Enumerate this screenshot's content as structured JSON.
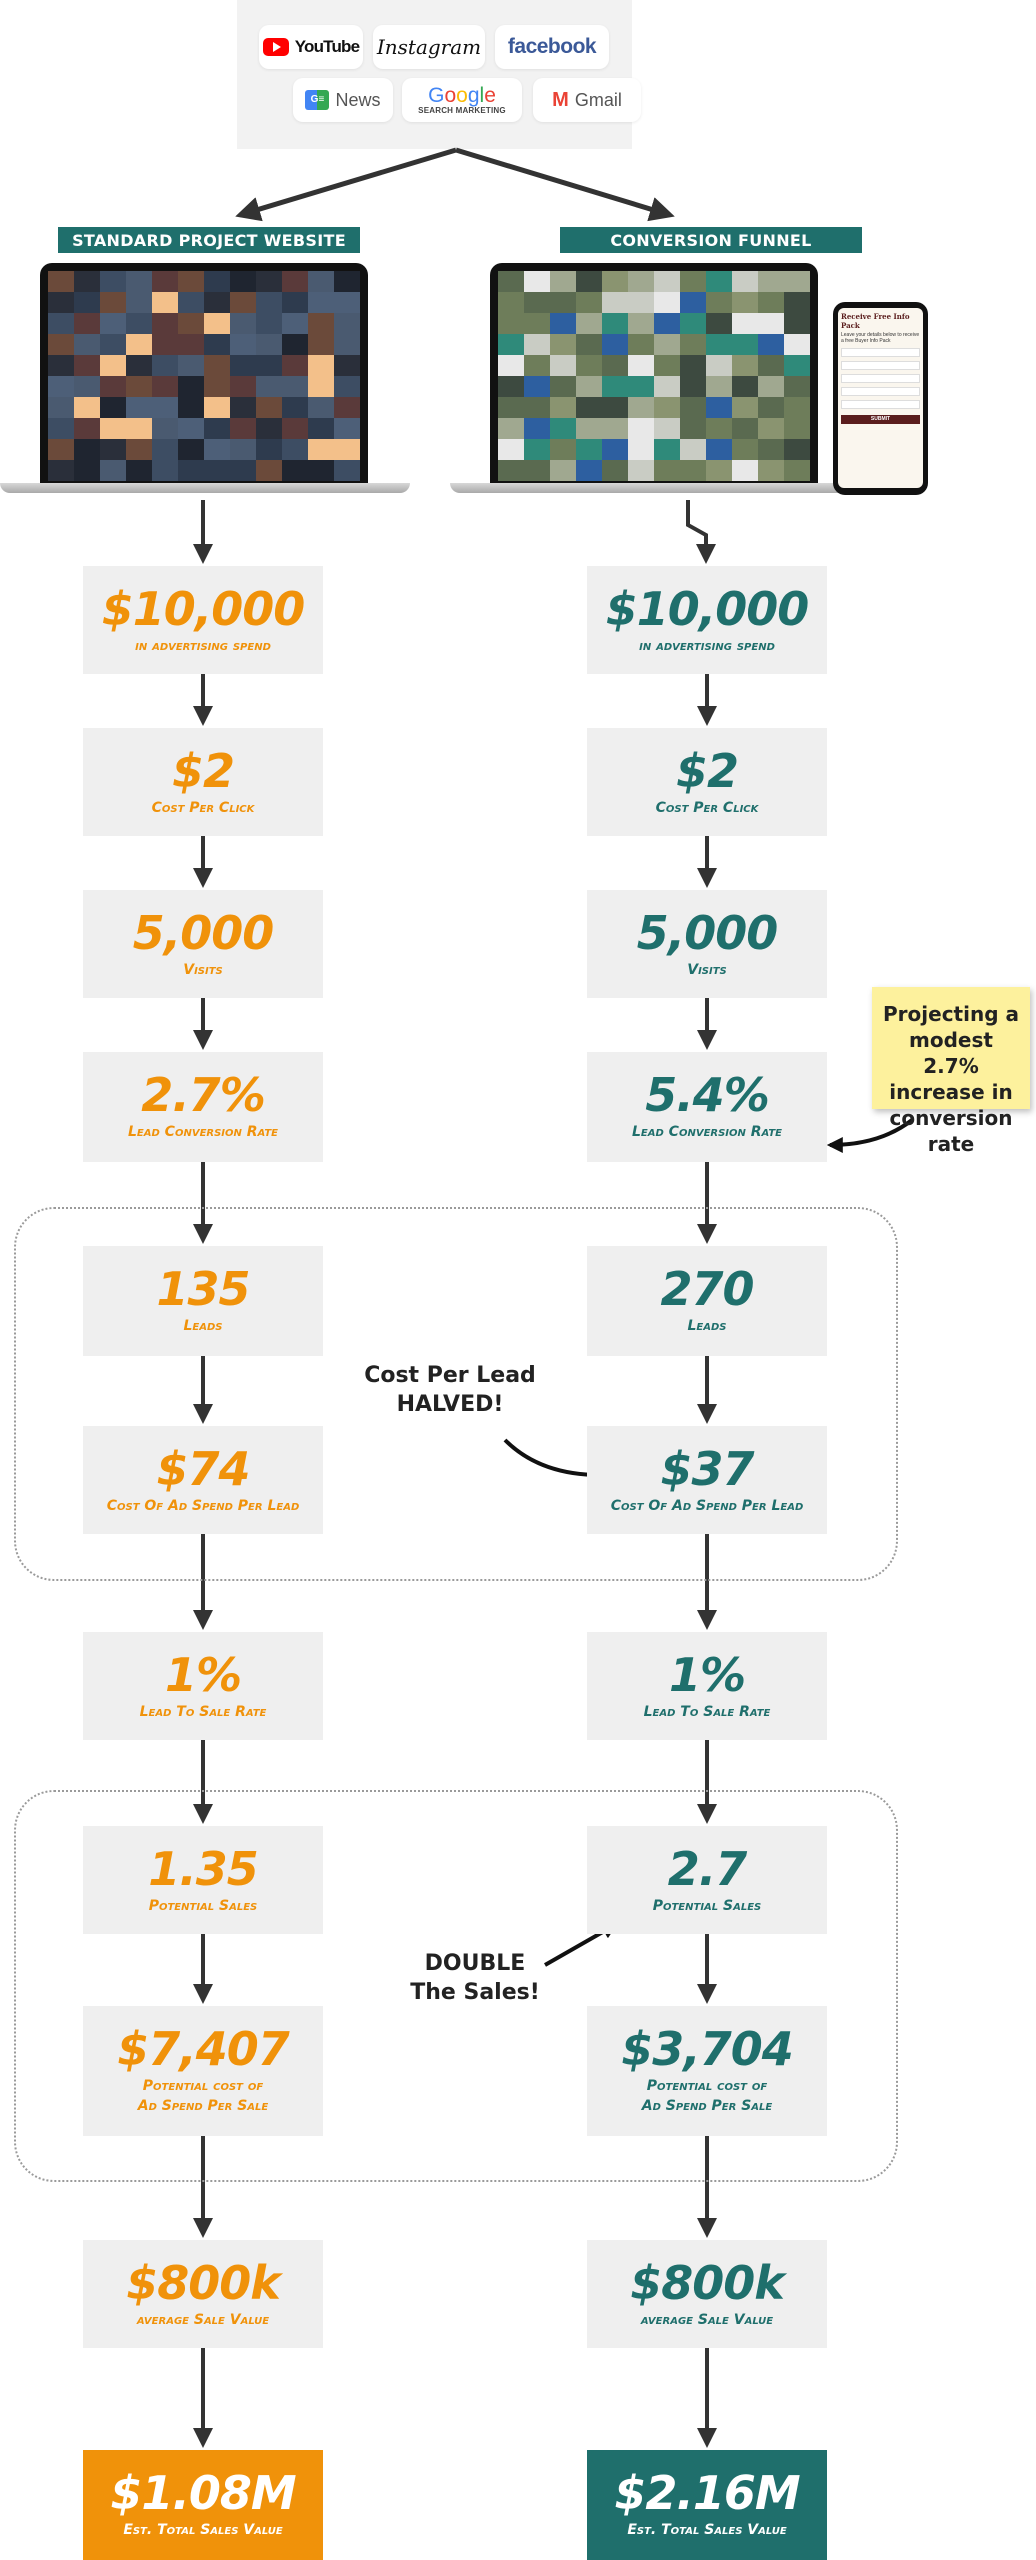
{
  "platforms": {
    "youtube": "YouTube",
    "instagram": "Instagram",
    "facebook": "facebook",
    "news": "News",
    "google": "Google",
    "google_sub": "SEARCH MARKETING",
    "gmail": "Gmail"
  },
  "colors": {
    "orange": "#f0920a",
    "teal": "#1f6f6c",
    "box_bg": "#efefef",
    "sticky": "#fdf19d"
  },
  "left": {
    "header": "STANDARD PROJECT WEBSITE",
    "boxes": [
      {
        "value": "$10,000",
        "label": "in advertising spend"
      },
      {
        "value": "$2",
        "label": "Cost Per Click"
      },
      {
        "value": "5,000",
        "label": "Visits"
      },
      {
        "value": "2.7%",
        "label": "Lead Conversion Rate"
      },
      {
        "value": "135",
        "label": "Leads"
      },
      {
        "value": "$74",
        "label": "Cost Of Ad Spend Per Lead"
      },
      {
        "value": "1%",
        "label": "Lead To Sale Rate"
      },
      {
        "value": "1.35",
        "label": "Potential Sales"
      },
      {
        "value": "$7,407",
        "label": "Potential cost of",
        "label2": "Ad Spend Per Sale"
      },
      {
        "value": "$800k",
        "label": "average Sale Value"
      },
      {
        "value": "$1.08M",
        "label": "Est. Total Sales Value"
      }
    ]
  },
  "right": {
    "header": "CONVERSION FUNNEL",
    "boxes": [
      {
        "value": "$10,000",
        "label": "in advertising spend"
      },
      {
        "value": "$2",
        "label": "Cost Per Click"
      },
      {
        "value": "5,000",
        "label": "Visits"
      },
      {
        "value": "5.4%",
        "label": "Lead Conversion Rate"
      },
      {
        "value": "270",
        "label": "Leads"
      },
      {
        "value": "$37",
        "label": "Cost Of Ad Spend Per Lead"
      },
      {
        "value": "1%",
        "label": "Lead To Sale Rate"
      },
      {
        "value": "2.7",
        "label": "Potential Sales"
      },
      {
        "value": "$3,704",
        "label": "Potential cost of",
        "label2": "Ad Spend Per Sale"
      },
      {
        "value": "$800k",
        "label": "average Sale Value"
      },
      {
        "value": "$2.16M",
        "label": "Est. Total Sales Value"
      }
    ]
  },
  "annotations": {
    "sticky": "Projecting a modest 2.7% increase in conversion rate",
    "halved_line1": "Cost Per Lead",
    "halved_line2": "HALVED!",
    "double_line1": "DOUBLE",
    "double_line2": "The Sales!"
  },
  "phone": {
    "title": "Receive Free Info Pack",
    "text": "Leave your details below to receive a free Buyer Info Pack",
    "button": "SUBMIT"
  }
}
